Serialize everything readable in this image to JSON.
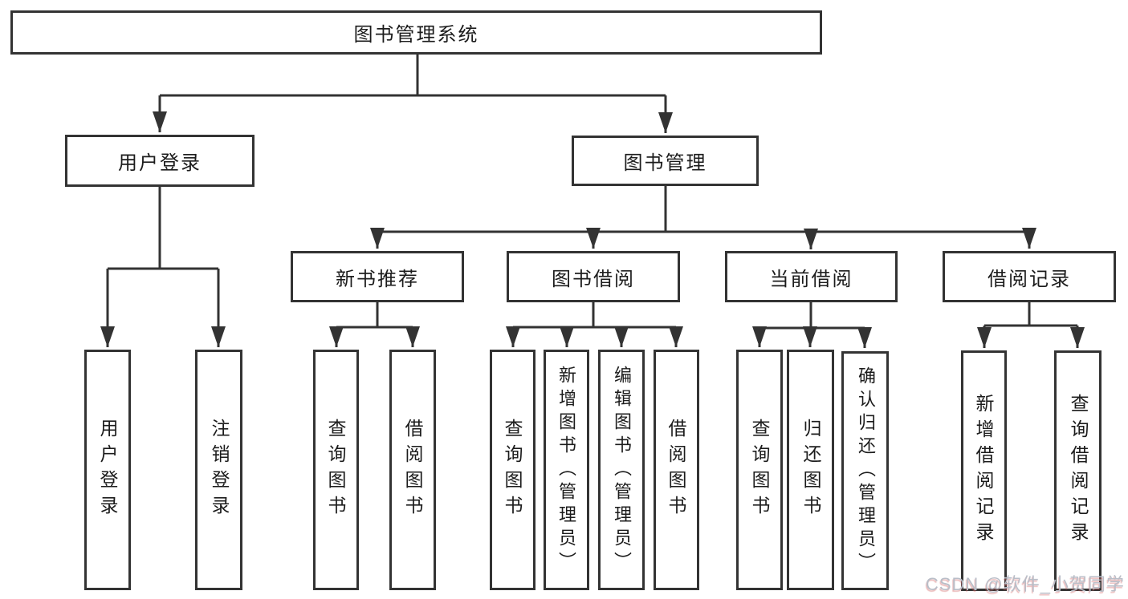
{
  "diagram": {
    "root": {
      "label": "图书管理系统"
    },
    "level2": [
      {
        "id": "user-login",
        "label": "用户登录"
      },
      {
        "id": "book-management",
        "label": "图书管理"
      }
    ],
    "level3": [
      {
        "id": "new-book-recommend",
        "label": "新书推荐"
      },
      {
        "id": "book-borrowing",
        "label": "图书借阅"
      },
      {
        "id": "current-borrowing",
        "label": "当前借阅"
      },
      {
        "id": "borrowing-records",
        "label": "借阅记录"
      }
    ],
    "leaves": {
      "user_login": [
        "用户登录",
        "注销登录"
      ],
      "new_book_recommend": [
        "查询图书",
        "借阅图书"
      ],
      "book_borrowing": [
        "查询图书",
        "新增图书（管理员）",
        "编辑图书（管理员）",
        "借阅图书"
      ],
      "current_borrowing": [
        "查询图书",
        "归还图书",
        "确认归还（管理员）"
      ],
      "borrowing_records": [
        "新增借阅记录",
        "查询借阅记录"
      ]
    }
  },
  "watermark": {
    "text": "CSDN @软件_小贺同学"
  },
  "colors": {
    "line": "#333333",
    "box_border": "#333333",
    "text": "#1c1c1c",
    "background": "#ffffff",
    "watermark_text": "#b9bec8"
  }
}
